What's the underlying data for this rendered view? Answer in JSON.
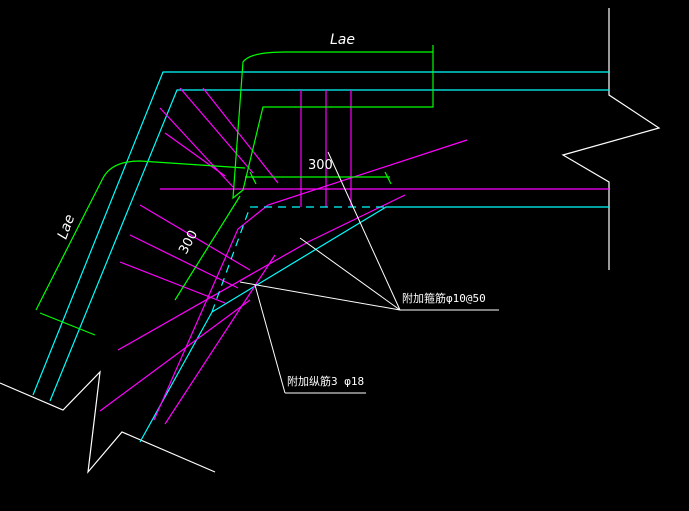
{
  "drawing": {
    "anchor_length_top": "Lae",
    "anchor_length_left": "Lae",
    "dim_horizontal": "300",
    "dim_diagonal": "300",
    "callout_stirrups": "附加箍筋φ10@50",
    "callout_longitudinal": "附加纵筋3 φ18"
  },
  "colors": {
    "background": "#000000",
    "concrete_outline": "#00ffff",
    "rebar_main": "#ff00ff",
    "anchor_bar": "#00ff00",
    "leader_and_break": "#ffffff"
  }
}
